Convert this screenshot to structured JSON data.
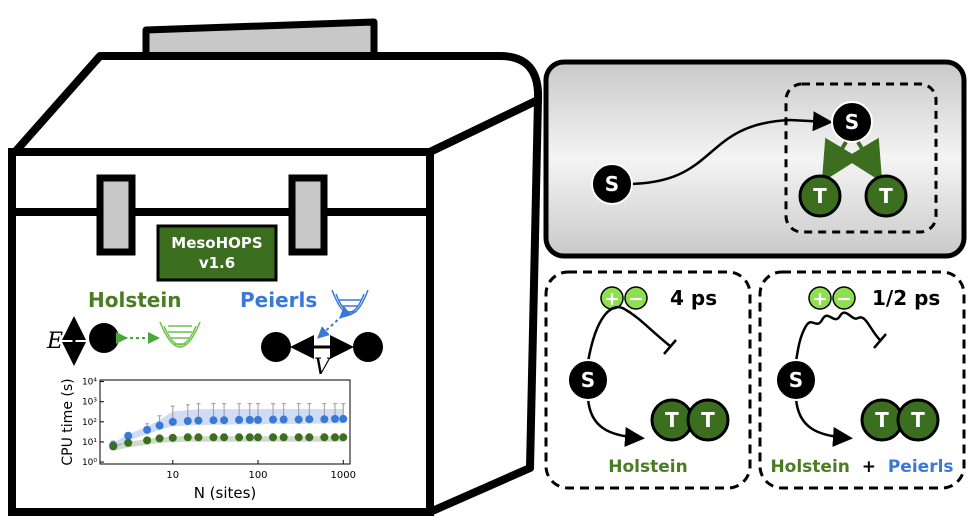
{
  "toolbox": {
    "badge_line1": "MesoHOPS",
    "badge_line2": "v1.6",
    "holstein_label": "Holstein",
    "peierls_label": "Peierls",
    "energy_symbol": "E",
    "coupling_symbol": "V"
  },
  "colors": {
    "green": "#3b6e1f",
    "green_text": "#4a7c23",
    "blue": "#3a78d8",
    "light_green": "#8ee04e",
    "panel_grey": "#d6d6d6"
  },
  "chart_data": {
    "type": "scatter",
    "xlabel": "N (sites)",
    "ylabel": "CPU time (s)",
    "xscale": "log",
    "yscale": "log",
    "xlim": [
      1.4,
      1200
    ],
    "ylim": [
      0.8,
      12000
    ],
    "x_ticks": [
      "10",
      "100",
      "1000"
    ],
    "y_ticks": [
      "10⁰",
      "10¹",
      "10²",
      "10³",
      "10⁴"
    ],
    "series": [
      {
        "color": "#3a78d8",
        "x": [
          2,
          3,
          5,
          7,
          10,
          15,
          20,
          30,
          40,
          60,
          80,
          100,
          150,
          200,
          300,
          400,
          600,
          800,
          1000
        ],
        "y": [
          7,
          20,
          40,
          65,
          100,
          110,
          115,
          120,
          120,
          125,
          125,
          125,
          130,
          130,
          130,
          135,
          135,
          140,
          140
        ],
        "err_hi": [
          11,
          30,
          80,
          200,
          600,
          700,
          800,
          800,
          800,
          800,
          800,
          800,
          800,
          800,
          800,
          800,
          800,
          800,
          800
        ]
      },
      {
        "color": "#3b6e1f",
        "x": [
          2,
          3,
          5,
          7,
          10,
          15,
          20,
          30,
          40,
          60,
          80,
          100,
          150,
          200,
          300,
          400,
          600,
          800,
          1000
        ],
        "y": [
          6,
          9,
          12,
          15,
          16,
          17,
          17,
          17,
          17,
          17,
          17,
          17,
          17,
          17,
          17,
          17,
          17,
          17,
          17
        ],
        "err_hi": [
          8,
          12,
          16,
          20,
          22,
          22,
          22,
          22,
          22,
          22,
          22,
          22,
          22,
          22,
          22,
          22,
          22,
          22,
          22
        ]
      }
    ]
  },
  "top_panel": {
    "s_source": "S",
    "s_target": "S",
    "t_left": "T",
    "t_right": "T"
  },
  "left_panel": {
    "time_label": "4 ps",
    "plus": "+",
    "minus": "−",
    "s_label": "S",
    "t1": "T",
    "t2": "T",
    "caption": "Holstein"
  },
  "right_panel": {
    "time_label": "1/2 ps",
    "plus": "+",
    "minus": "−",
    "s_label": "S",
    "t1": "T",
    "t2": "T",
    "caption_a": "Holstein",
    "caption_plus": " + ",
    "caption_b": "Peierls"
  }
}
